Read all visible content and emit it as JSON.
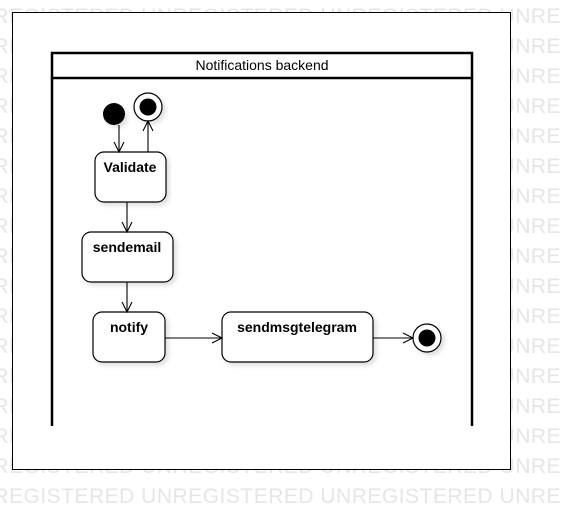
{
  "watermark": {
    "text": "UNREGISTERED UNREGISTERED UNREGISTERED UNREGISTERED"
  },
  "diagram": {
    "partition_title": "Notifications backend",
    "actions": {
      "validate": "Validate",
      "sendemail": "sendemail",
      "notify": "notify",
      "sendmsgtelegram": "sendmsgtelegram"
    }
  }
}
